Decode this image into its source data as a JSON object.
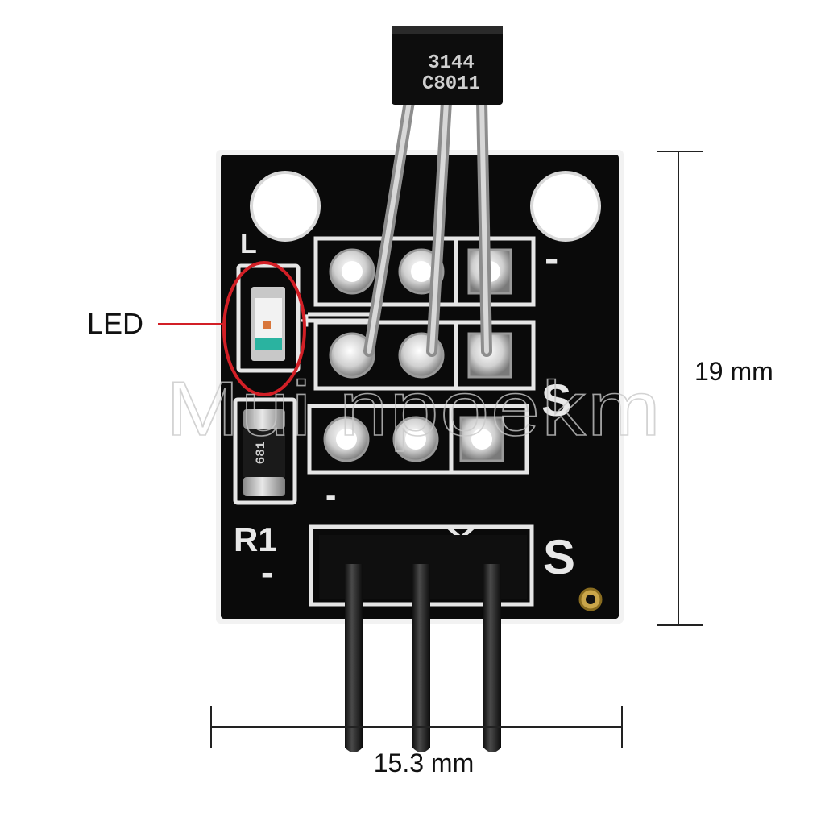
{
  "chip": {
    "line1": "3144",
    "line2": "C8011"
  },
  "board": {
    "silk_led": "L",
    "silk_plus": "+",
    "silk_minus_top": "-",
    "silk_s_mid": "S",
    "silk_minus_low": "-",
    "silk_r1": "R1",
    "silk_s_bottom": "S",
    "silk_minus_left": "-",
    "resistor_code": "681"
  },
  "annotations": {
    "led_label": "LED",
    "height_label": "19 mm",
    "width_label": "15.3 mm"
  },
  "watermark": "Mui npoekm",
  "colors": {
    "board": "#0a0a0a",
    "silkscreen": "#e8e8e8",
    "led_callout": "#d21f26",
    "dimension_line": "#222222"
  }
}
